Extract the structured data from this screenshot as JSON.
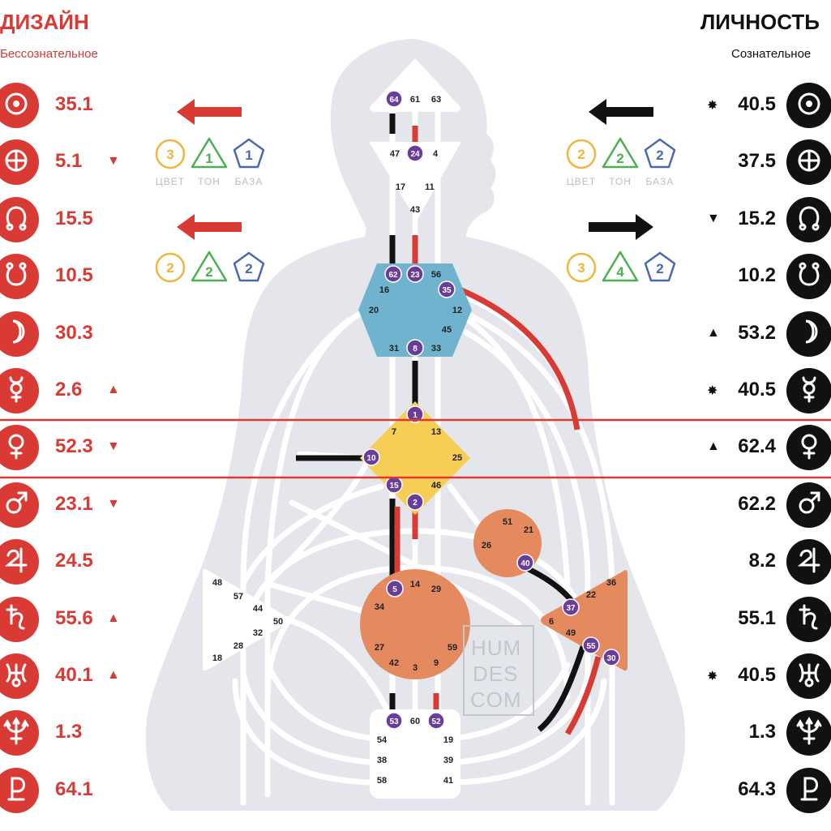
{
  "design": {
    "title": "ДИЗАЙН",
    "subtitle": "Бессознательное",
    "color": "#d93a33",
    "rows": [
      {
        "planet": "sun",
        "icon": "sun-icon",
        "value": "35.1",
        "mark": ""
      },
      {
        "planet": "earth",
        "icon": "earth-icon",
        "value": "5.1",
        "mark": "▼"
      },
      {
        "planet": "north-node",
        "icon": "north-node-icon",
        "value": "15.5",
        "mark": ""
      },
      {
        "planet": "south-node",
        "icon": "south-node-icon",
        "value": "10.5",
        "mark": ""
      },
      {
        "planet": "moon",
        "icon": "moon-icon",
        "value": "30.3",
        "mark": ""
      },
      {
        "planet": "mercury",
        "icon": "mercury-icon",
        "value": "2.6",
        "mark": "▲"
      },
      {
        "planet": "venus",
        "icon": "venus-icon",
        "value": "52.3",
        "mark": "▼"
      },
      {
        "planet": "mars",
        "icon": "mars-icon",
        "value": "23.1",
        "mark": "▼"
      },
      {
        "planet": "jupiter",
        "icon": "jupiter-icon",
        "value": "24.5",
        "mark": ""
      },
      {
        "planet": "saturn",
        "icon": "saturn-icon",
        "value": "55.6",
        "mark": "▲"
      },
      {
        "planet": "uranus",
        "icon": "uranus-icon",
        "value": "40.1",
        "mark": "▲"
      },
      {
        "planet": "neptune",
        "icon": "neptune-icon",
        "value": "1.3",
        "mark": ""
      },
      {
        "planet": "pluto",
        "icon": "pluto-icon",
        "value": "64.1",
        "mark": ""
      }
    ],
    "variables": [
      {
        "arrow": "left",
        "color_value": "3",
        "tone_value": "1",
        "base_value": "1",
        "labels": [
          "ЦВЕТ",
          "ТОН",
          "БАЗА"
        ]
      },
      {
        "arrow": "left",
        "color_value": "2",
        "tone_value": "2",
        "base_value": "2"
      }
    ]
  },
  "personality": {
    "title": "ЛИЧНОСТЬ",
    "subtitle": "Сознательное",
    "color": "#111111",
    "rows": [
      {
        "planet": "sun",
        "icon": "sun-icon",
        "value": "40.5",
        "mark": "✸"
      },
      {
        "planet": "earth",
        "icon": "earth-icon",
        "value": "37.5",
        "mark": ""
      },
      {
        "planet": "north-node",
        "icon": "north-node-icon",
        "value": "15.2",
        "mark": "▼"
      },
      {
        "planet": "south-node",
        "icon": "south-node-icon",
        "value": "10.2",
        "mark": ""
      },
      {
        "planet": "moon",
        "icon": "moon-icon",
        "value": "53.2",
        "mark": "▲"
      },
      {
        "planet": "mercury",
        "icon": "mercury-icon",
        "value": "40.5",
        "mark": "✸"
      },
      {
        "planet": "venus",
        "icon": "venus-icon",
        "value": "62.4",
        "mark": "▲"
      },
      {
        "planet": "mars",
        "icon": "mars-icon",
        "value": "62.2",
        "mark": ""
      },
      {
        "planet": "jupiter",
        "icon": "jupiter-icon",
        "value": "8.2",
        "mark": ""
      },
      {
        "planet": "saturn",
        "icon": "saturn-icon",
        "value": "55.1",
        "mark": ""
      },
      {
        "planet": "uranus",
        "icon": "uranus-icon",
        "value": "40.5",
        "mark": "✸"
      },
      {
        "planet": "neptune",
        "icon": "neptune-icon",
        "value": "1.3",
        "mark": ""
      },
      {
        "planet": "pluto",
        "icon": "pluto-icon",
        "value": "64.3",
        "mark": ""
      }
    ],
    "variables": [
      {
        "arrow": "left",
        "color_value": "2",
        "tone_value": "2",
        "base_value": "2",
        "labels": [
          "ЦВЕТ",
          "ТОН",
          "БАЗА"
        ]
      },
      {
        "arrow": "right",
        "color_value": "3",
        "tone_value": "4",
        "base_value": "2"
      }
    ]
  },
  "variable_colors": {
    "color": "#f0b53c",
    "tone": "#4cb050",
    "base": "#4a69b0"
  },
  "centers": {
    "head": {
      "gates": [
        "64",
        "61",
        "63"
      ],
      "active": [
        "64"
      ],
      "fill": "#ffffff"
    },
    "ajna": {
      "gates": [
        "47",
        "24",
        "4",
        "17",
        "11",
        "43"
      ],
      "active": [
        "24"
      ],
      "fill": "#ffffff"
    },
    "throat": {
      "gates": [
        "62",
        "23",
        "56",
        "16",
        "35",
        "20",
        "12",
        "45",
        "31",
        "8",
        "33"
      ],
      "active": [
        "62",
        "23",
        "35",
        "8"
      ],
      "fill": "#6fb3cf"
    },
    "g": {
      "gates": [
        "1",
        "7",
        "13",
        "10",
        "25",
        "15",
        "46",
        "2"
      ],
      "active": [
        "1",
        "10",
        "15",
        "2"
      ],
      "fill": "#f6cd55"
    },
    "heart": {
      "gates": [
        "51",
        "21",
        "26",
        "40"
      ],
      "active": [
        "40"
      ],
      "fill": "#e58a5f"
    },
    "spleen": {
      "gates": [
        "48",
        "57",
        "44",
        "50",
        "32",
        "28",
        "18"
      ],
      "active": [],
      "fill": "#ffffff"
    },
    "sacral": {
      "gates": [
        "5",
        "14",
        "29",
        "34",
        "27",
        "59",
        "42",
        "3",
        "9"
      ],
      "active": [
        "5"
      ],
      "fill": "#e58a5f"
    },
    "solar_plexus": {
      "gates": [
        "36",
        "22",
        "37",
        "6",
        "49",
        "55",
        "30"
      ],
      "active": [
        "37",
        "55",
        "30"
      ],
      "fill": "#e58a5f"
    },
    "root": {
      "gates": [
        "53",
        "60",
        "52",
        "54",
        "19",
        "38",
        "39",
        "58",
        "41"
      ],
      "active": [
        "53",
        "52"
      ],
      "fill": "#ffffff"
    }
  },
  "watermark": [
    "HUM",
    "DES",
    "COM"
  ],
  "colors": {
    "design_red": "#d93a33",
    "personality_black": "#111111",
    "active_gate": "#6a3d9a",
    "body": "#e4e6ec",
    "channel": "#ffffff"
  }
}
